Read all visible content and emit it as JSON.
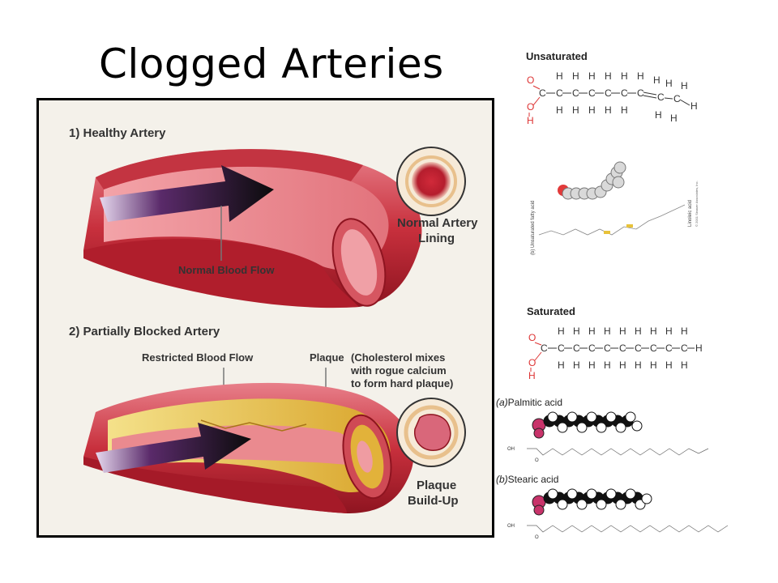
{
  "slide": {
    "title": "Clogged Arteries"
  },
  "artery_figure": {
    "section1_heading": "1) Healthy Artery",
    "normal_flow_label": "Normal Blood Flow",
    "cross_section1_label_line1": "Normal Artery",
    "cross_section1_label_line2": "Lining",
    "section2_heading": "2) Partially Blocked Artery",
    "restricted_flow_label": "Restricted Blood Flow",
    "plaque_label_line1": "Plaque",
    "plaque_label_line2": "(Cholesterol mixes",
    "plaque_label_line3": "with rogue calcium",
    "plaque_label_line4": "to form hard plaque)",
    "cross_section2_label_line1": "Plaque",
    "cross_section2_label_line2": "Build-Up"
  },
  "chemistry": {
    "unsaturated_title": "Unsaturated",
    "saturated_title": "Saturated",
    "model_caption": "(b)  Unsaturated fatty acid",
    "model_caption_side": "Linoleic acid",
    "copyright": "© 2001 Sinauer Associates, Inc.",
    "palmitic_label_prefix": "(a)",
    "palmitic_label": "Palmitic acid",
    "stearic_label_prefix": "(b)",
    "stearic_label": "Stearic acid"
  }
}
